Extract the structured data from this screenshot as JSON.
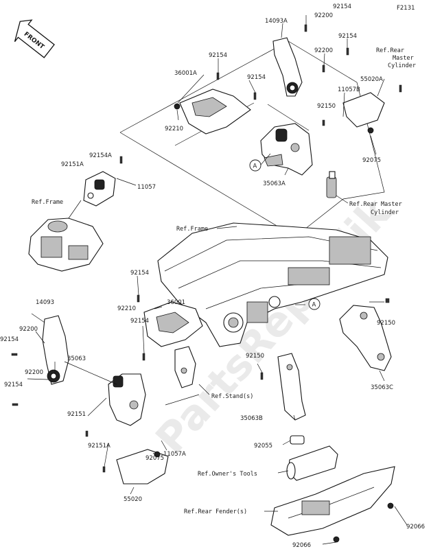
{
  "figure_code": "F2131",
  "front_label": "FRONT",
  "watermark": "PartsRepublik",
  "callouts": {
    "c92154_a": "92154",
    "c92200_a": "92200",
    "c14093A": "14093A",
    "c92154_b": "92154",
    "c92200_b": "92200",
    "c92154_c": "92154",
    "c36001A": "36001A",
    "c92154_d": "92154",
    "c92210_a": "92210",
    "c11057B": "11057B",
    "c92150_a": "92150",
    "c55020A": "55020A",
    "c92075_a": "92075",
    "c35063A": "35063A",
    "c92154A": "92154A",
    "c92151A_a": "92151A",
    "c11057": "11057",
    "c92154_e": "92154",
    "c92210_b": "92210",
    "c36001": "36001",
    "c92154_f": "92154",
    "c14093": "14093",
    "c92200_c": "92200",
    "c92154_g": "92154",
    "c35063": "35063",
    "c92200_d": "92200",
    "c92154_h": "92154",
    "c92151": "92151",
    "c92151A_b": "92151A",
    "c92075_b": "92075",
    "c11057A": "11057A",
    "c55020": "55020",
    "c92150_b": "92150",
    "c35063C": "35063C",
    "c92150_c": "92150",
    "c35063B": "35063B",
    "c92055": "92055",
    "c92066_a": "92066",
    "c92066_b": "92066",
    "marker_A_1": "A",
    "marker_A_2": "A"
  },
  "references": {
    "ref_rear_master_top": [
      "Ref.Rear",
      "Master",
      "Cylinder"
    ],
    "ref_rear_master_mid": [
      "Ref.Rear Master",
      "Cylinder"
    ],
    "ref_frame_left": "Ref.Frame",
    "ref_frame_center": "Ref.Frame",
    "ref_stands": "Ref.Stand(s)",
    "ref_owners_tools": "Ref.Owner's Tools",
    "ref_rear_fender": "Ref.Rear Fender(s)"
  }
}
